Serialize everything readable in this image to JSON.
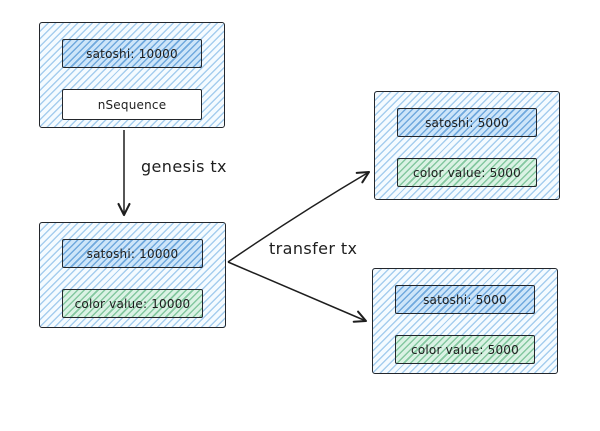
{
  "colors": {
    "background": "#ffffff",
    "stroke": "#1e1e1e",
    "outer_box_fill": "#a5d8ff",
    "satoshi_field_fill": "#4dabf7",
    "color_value_field_fill": "#69db7c",
    "plain_field_fill": "#ffffff"
  },
  "nodes": [
    {
      "fields": [
        {
          "label": "satoshi: 10000"
        },
        {
          "label": "nSequence"
        }
      ]
    },
    {
      "fields": [
        {
          "label": "satoshi: 10000"
        },
        {
          "label": "color value: 10000"
        }
      ]
    },
    {
      "fields": [
        {
          "label": "satoshi: 5000"
        },
        {
          "label": "color value: 5000"
        }
      ]
    },
    {
      "fields": [
        {
          "label": "satoshi: 5000"
        },
        {
          "label": "color value: 5000"
        }
      ]
    }
  ],
  "edges": [
    {
      "label": "genesis tx"
    },
    {
      "label": "transfer tx"
    }
  ]
}
